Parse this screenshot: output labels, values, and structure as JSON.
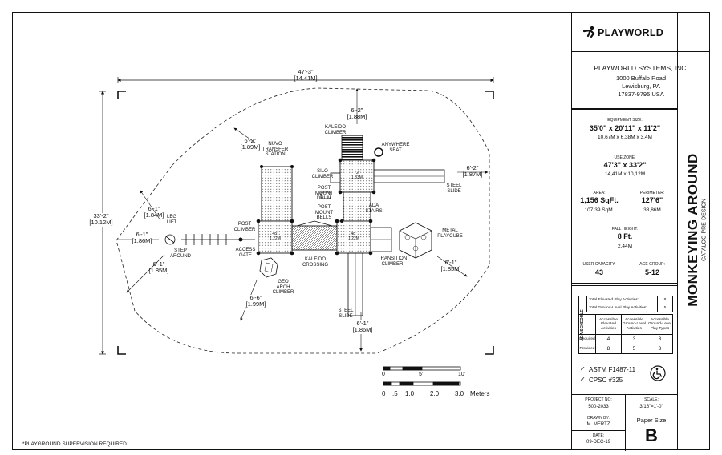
{
  "plan": {
    "overall_width": {
      "ft": "47'-3\"",
      "m": "[14.41M]"
    },
    "overall_depth": {
      "ft": "33'-2\"",
      "m": "[10.12M]"
    },
    "dims": {
      "top_kaleido": {
        "ft": "6'-2\"",
        "m": "[1.88M]"
      },
      "nuvo": {
        "ft": "6'-2\"",
        "m": "[1.89M]"
      },
      "slide_right": {
        "ft": "6'-2\"",
        "m": "[1.87M]"
      },
      "leg_lift": {
        "ft": "6'-1\"",
        "m": "[1.84M]"
      },
      "left_mid": {
        "ft": "6'-1\"",
        "m": "[1.86M]"
      },
      "left_low": {
        "ft": "6'-1\"",
        "m": "[1.85M]"
      },
      "playcube": {
        "ft": "6'-1\"",
        "m": "[1.85M]"
      },
      "geo_arch": {
        "ft": "6'-6\"",
        "m": "[1.99M]"
      },
      "slide_bottom": {
        "ft": "6'-1\"",
        "m": "[1.86M]"
      }
    },
    "labels": {
      "kaleido_climber": "KALEIDO\nCLIMBER",
      "anywhere_seat": "ANYWHERE\nSEAT",
      "nuvo_transfer": "NUVO\nTRANSFER\nSTATION",
      "silo_climber": "SILO\nCLIMBER",
      "steel_slide_right": "STEEL\nSLIDE",
      "post_mount_drum": "POST\nMOUNT\nDRUM",
      "post_mount_bells": "POST\nMOUNT\nBELLS",
      "ada_stairs": "ADA\nSTAIRS",
      "leg_lift": "LEG\nLIFT",
      "post_climber": "POST\nCLIMBER",
      "access_gate": "ACCESS\nGATE",
      "step_around": "STEP\nAROUND",
      "kaleido_crossing": "KALEIDO\nCROSSING",
      "geo_arch_climber": "GEO\nARCH\nCLIMBER",
      "transition_climber": "TRANSITION\nCLIMBER",
      "metal_playcube": "METAL\nPLAYCUBE",
      "steel_slide_bottom": "STEEL\nSLIDE"
    },
    "deck_heights": {
      "left_deck": "48\"\n1.22M",
      "center_deck": "48\"\n1.22M",
      "top_deck": "72\"\n1.83M"
    },
    "scale_bar": {
      "feet_ticks": [
        "0",
        "5'",
        "10'"
      ],
      "meter_ticks": [
        "0",
        ".5",
        "1.0",
        "2.0",
        "3.0"
      ],
      "meter_unit": "Meters"
    },
    "supervision_note": "*PLAYGROUND SUPERVISION REQUIRED"
  },
  "title_block": {
    "logo_text": "PLAYWORLD",
    "company": "PLAYWORLD SYSTEMS, INC.",
    "address1": "1000 Buffalo Road",
    "address2": "Lewisburg, PA",
    "address3": "17837-9795  USA",
    "equipment_size_label": "EQUIPMENT SIZE:",
    "equipment_size_ft": "35'0\" x 20'11\" x 11'2\"",
    "equipment_size_m": "10,67M x 6,38M x 3,4M",
    "use_zone_label": "USE ZONE:",
    "use_zone_ft": "47'3\" x 33'2\"",
    "use_zone_m": "14,41M x 10,12M",
    "area_label": "AREA:",
    "area_ft": "1,156 SqFt.",
    "area_m": "107,39 SqM.",
    "perimeter_label": "PERIMETER:",
    "perimeter_ft": "127'6\"",
    "perimeter_m": "38,86M",
    "fall_height_label": "FALL HEIGHT:",
    "fall_height_ft": "8 Ft.",
    "fall_height_m": "2,44M",
    "user_capacity_label": "USER CAPACITY:",
    "user_capacity": "43",
    "age_group_label": "AGE GROUP:",
    "age_group": "5-12",
    "ada_schedule_label": "ADA SCHEDULE",
    "ada_total_elevated_label": "Total Elevated Play Activities:",
    "ada_total_elevated": "8",
    "ada_total_ground_label": "Total Ground-Level Play Activities:",
    "ada_total_ground": "5",
    "ada_col1": "Accessible Elevated Activities",
    "ada_col2": "Accessible Ground-Level Activities",
    "ada_col3": "Accessible Ground-Level Play Types",
    "ada_required_label": "Required",
    "ada_required": [
      "4",
      "3",
      "3"
    ],
    "ada_provided_label": "Provided",
    "ada_provided": [
      "8",
      "5",
      "3"
    ],
    "astm": "ASTM F1487-11",
    "cpsc": "CPSC #325",
    "check": "✓",
    "project_no_label": "PROJECT NO:",
    "project_no": "500-2033",
    "scale_label": "SCALE:",
    "scale": "3/16\"=1'-0\"",
    "drawn_by_label": "DRAWN BY:",
    "drawn_by": "M. MERTZ",
    "paper_size_label": "Paper Size",
    "paper_size": "B",
    "date_label": "DATE:",
    "date": "09-DEC-19",
    "project_name": "MONKEYING AROUND",
    "project_sub": "CATALOG PRE-DESIGN"
  }
}
